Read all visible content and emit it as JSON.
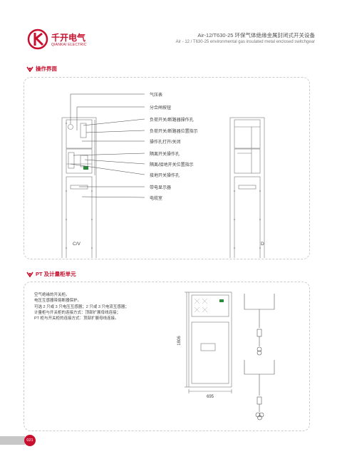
{
  "brand": {
    "name": "千开电气",
    "name_en": "QIANKAI ELECTRIC",
    "logo_icon": "qiankai-logo",
    "color": "#c8102e"
  },
  "header": {
    "title_cn": "Air-12/T630-25 环保气体绝缘金属封闭式开关设备",
    "title_en": "Air - 12 / T630-25 environmental gas insulated metal enclosed switchgear"
  },
  "section1": {
    "title": "操作界面",
    "callouts": [
      "气压表",
      "分合闸按钮",
      "负荷开关/断路器操作孔",
      "负荷开关/断路器位置指示",
      "操作孔打开/关闭",
      "隔离开关操作孔",
      "隔离/接地开关位置指示",
      "接地开关操作孔",
      "带电显示器",
      "电缆室"
    ],
    "cabinet_labels": [
      "C/V",
      "D"
    ]
  },
  "section2": {
    "title": "PT 及计量柜单元",
    "description": [
      "空气绝缘的开关柜。",
      "电压互感器带熔断器保护。",
      "可选 2 只或 3 只电压互感器；2 只或 3 只电流互感器；",
      "计量柜与开关柜的连接方式：顶部扩展母线连接；",
      "PT 柜与开关柜的连接方式：顶部扩展母线连接。"
    ],
    "dimensions": {
      "height": "1806",
      "width": "695"
    }
  },
  "page": {
    "number": "021"
  }
}
